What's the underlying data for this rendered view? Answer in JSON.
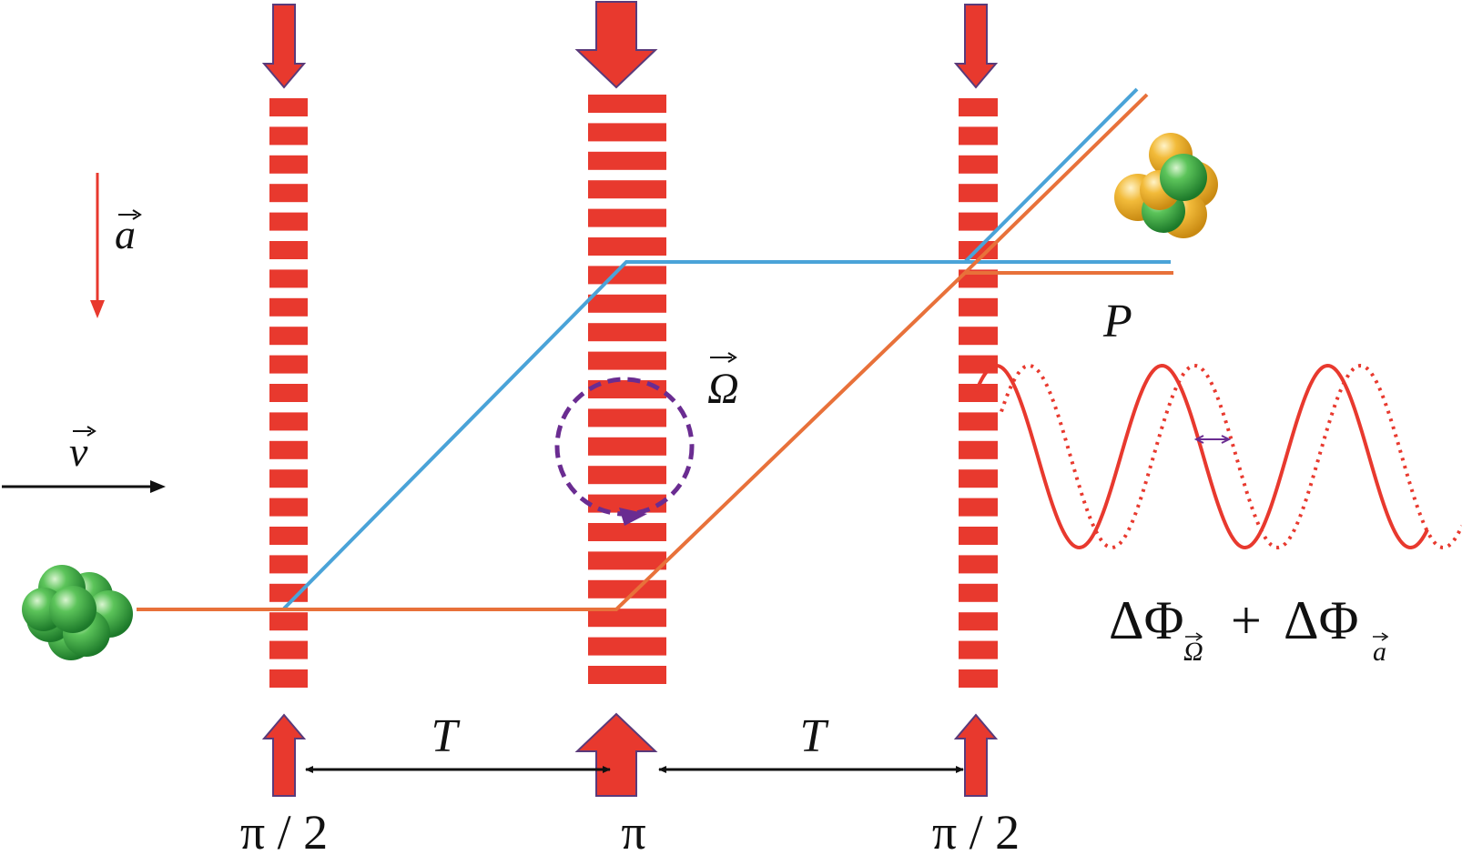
{
  "labels": {
    "acceleration": "a",
    "velocity": "v",
    "rotation": "Ω",
    "port": "P",
    "interval_left": "T",
    "interval_right": "T",
    "pulse_left": "π / 2",
    "pulse_center": "π",
    "pulse_right": "π / 2",
    "phase_delta_1": "ΔΦ",
    "phase_sub_1": "Ω",
    "phase_plus": "+",
    "phase_delta_2": "ΔΦ",
    "phase_sub_2": "a"
  },
  "colors": {
    "beam_red": "#e8392e",
    "arrow_fill": "#e8392e",
    "arrow_edge": "#5a3a7a",
    "path_blue": "#4aa3d8",
    "path_orange": "#e8713a",
    "rotation_loop": "#6a2c91",
    "atom_green": "#2e9e3a",
    "atom_gold": "#e8a825",
    "wave_red": "#e8392e",
    "arrow_black": "#111111"
  },
  "icons": {
    "atom_cloud_in": "green-atom-cluster-icon",
    "atom_cloud_out": "mixed-atom-cluster-icon"
  }
}
